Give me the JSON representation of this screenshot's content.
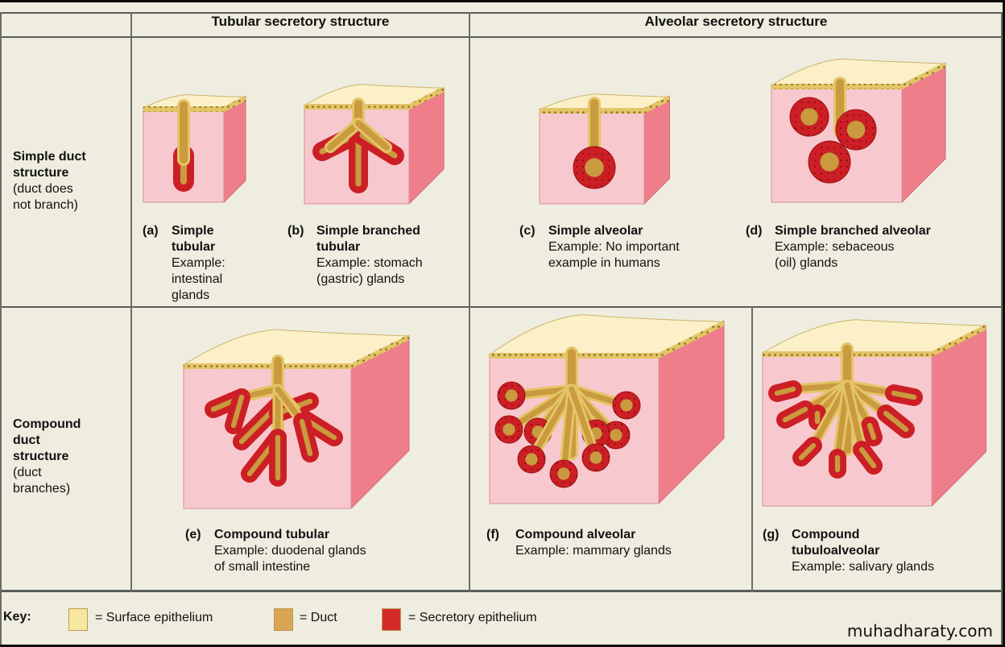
{
  "header": {
    "columns": [
      "Tubular secretory structure",
      "Alveolar secretory structure"
    ]
  },
  "rows": [
    {
      "title_lines": [
        "Simple duct",
        "structure"
      ],
      "sub_lines": [
        "(duct does",
        "not branch)"
      ]
    },
    {
      "title_lines": [
        "Compound",
        "duct",
        "structure"
      ],
      "sub_lines": [
        "(duct",
        "branches)"
      ]
    }
  ],
  "glands": [
    {
      "tag": "(a)",
      "title_lines": [
        "Simple",
        "tubular"
      ],
      "example_lines": [
        "Example:",
        "intestinal",
        "glands"
      ]
    },
    {
      "tag": "(b)",
      "title_lines": [
        "Simple branched",
        "tubular"
      ],
      "example_lines": [
        "Example: stomach",
        "(gastric) glands"
      ]
    },
    {
      "tag": "(c)",
      "title_lines": [
        "Simple alveolar"
      ],
      "example_lines": [
        "Example: No important",
        "example in humans"
      ]
    },
    {
      "tag": "(d)",
      "title_lines": [
        "Simple branched alveolar"
      ],
      "example_lines": [
        "Example: sebaceous",
        "(oil) glands"
      ]
    },
    {
      "tag": "(e)",
      "title_lines": [
        "Compound tubular"
      ],
      "example_lines": [
        "Example: duodenal glands",
        "of small intestine"
      ]
    },
    {
      "tag": "(f)",
      "title_lines": [
        "Compound alveolar"
      ],
      "example_lines": [
        "Example: mammary glands"
      ]
    },
    {
      "tag": "(g)",
      "title_lines": [
        "Compound",
        "tubuloalveolar"
      ],
      "example_lines": [
        "Example: salivary glands"
      ]
    }
  ],
  "key": {
    "label": "Key:",
    "items": [
      {
        "text": "= Surface epithelium",
        "color": "#f8e7a0"
      },
      {
        "text": "= Duct",
        "color": "#d9a552"
      },
      {
        "text": "= Secretory epithelium",
        "color": "#d42a2a"
      }
    ]
  },
  "colors": {
    "background": "#efede0",
    "tissue_front": "#f7c9cf",
    "tissue_side": "#ee7f8a",
    "surface": "#fbf0c8",
    "surface_cells": "#d9b24a",
    "duct": "#c99a3e",
    "secretory": "#cc1f25"
  },
  "watermark": "muhadharaty.com"
}
